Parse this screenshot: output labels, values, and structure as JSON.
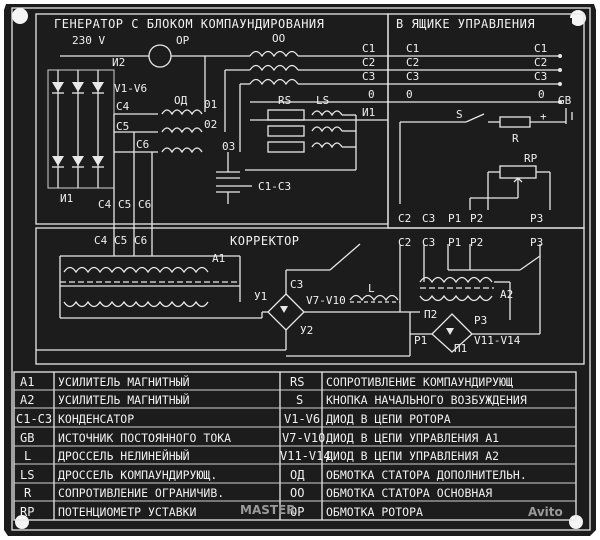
{
  "colors": {
    "plate": "#1c1c1c",
    "ink": "#e8e8e8",
    "frame_outer": "#f4f4f4"
  },
  "blocks": {
    "generator_title": "ГЕНЕРАТОР С БЛОКОМ КОМПАУНДИРОВАНИЯ",
    "control_box_title": "В ЯЩИКЕ УПРАВЛЕНИЯ",
    "corrector_title": "КОРРЕКТОР"
  },
  "labels": {
    "voltage": "230 V",
    "or": "OP",
    "oo": "OO",
    "i2": "И2",
    "v1v6": "V1-V6",
    "c4": "C4",
    "c5": "C5",
    "c6": "C6",
    "od": "OД",
    "o1": "01",
    "o2": "02",
    "o3": "03",
    "rs": "RS",
    "ls": "LS",
    "i1": "И1",
    "c1c3": "C1-C3",
    "c1": "C1",
    "c2": "C2",
    "c3": "C3",
    "zero": "0",
    "s": "S",
    "r": "R",
    "gb": "GB",
    "rp": "RP",
    "p1": "P1",
    "p2": "P2",
    "p3": "P3",
    "a1": "A1",
    "a2": "A2",
    "u1": "У1",
    "u2": "У2",
    "v7v10": "V7-V10",
    "l": "L",
    "p1cyr": "П1",
    "p2cyr": "П2",
    "v11v14": "V11-V14",
    "plus": "+",
    "minus": "-"
  },
  "legend": {
    "left": [
      {
        "code": "A1",
        "desc": "УСИЛИТЕЛЬ МАГНИТНЫЙ"
      },
      {
        "code": "A2",
        "desc": "УСИЛИТЕЛЬ МАГНИТНЫЙ"
      },
      {
        "code": "C1-C3",
        "desc": "КОНДЕНСАТОР"
      },
      {
        "code": "GB",
        "desc": "ИСТОЧНИК ПОСТОЯННОГО ТОКА"
      },
      {
        "code": "L",
        "desc": "ДРОССЕЛЬ НЕЛИНЕЙНЫЙ"
      },
      {
        "code": "LS",
        "desc": "ДРОССЕЛЬ КОМПАУНДИРУЮЩ."
      },
      {
        "code": "R",
        "desc": "СОПРОТИВЛЕНИЕ ОГРАНИЧИВ."
      },
      {
        "code": "RP",
        "desc": "ПОТЕНЦИОМЕТР УСТАВКИ"
      }
    ],
    "right": [
      {
        "code": "RS",
        "desc": "СОПРОТИВЛЕНИЕ КОМПАУНДИРУЮЩ"
      },
      {
        "code": "S",
        "desc": "КНОПКА НАЧАЛЬНОГО ВОЗБУЖДЕНИЯ"
      },
      {
        "code": "V1-V6",
        "desc": "ДИОД В ЦЕПИ РОТОРА"
      },
      {
        "code": "V7-V10",
        "desc": "ДИОД В ЦЕПИ УПРАВЛЕНИЯ A1"
      },
      {
        "code": "V11-V14",
        "desc": "ДИОД В ЦЕПИ УПРАВЛЕНИЯ A2"
      },
      {
        "code": "OД",
        "desc": "ОБМОТКА СТАТОРА ДОПОЛНИТЕЛЬН."
      },
      {
        "code": "OO",
        "desc": "ОБМОТКА СТАТОРА ОСНОВНАЯ"
      },
      {
        "code": "OP",
        "desc": "ОБМОТКА РОТОРА"
      }
    ]
  },
  "watermarks": {
    "left": "MASTER",
    "right": "Avito"
  }
}
